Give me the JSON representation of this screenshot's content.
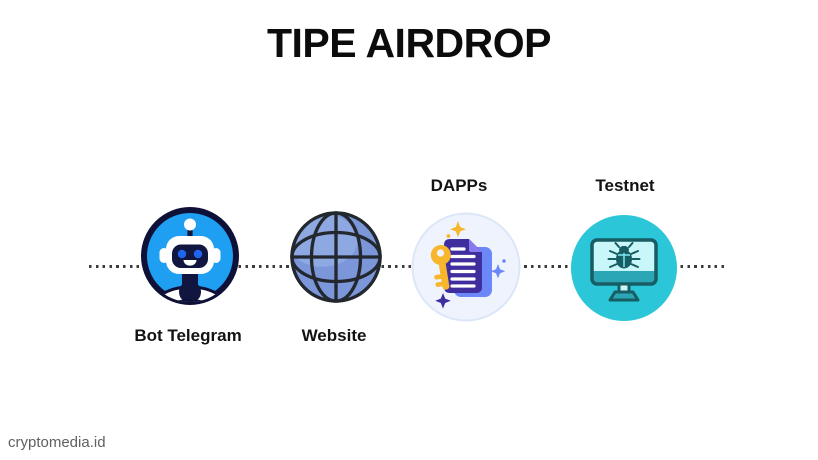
{
  "title": "TIPE AIRDROP",
  "watermark": "cryptomedia.id",
  "diagram": {
    "connector": {
      "style": "dotted",
      "color": "#3b3b3b"
    },
    "nodes": [
      {
        "label": "Bot Telegram",
        "icon": "robot-icon",
        "label_position": "below",
        "circle_color": "#1e9ff2",
        "ring_color": "#0e1038"
      },
      {
        "label": "Website",
        "icon": "globe-icon",
        "label_position": "below",
        "circle_color": "#7b97d9",
        "ring_color": "#23272e"
      },
      {
        "label": "DAPPs",
        "icon": "document-key-icon",
        "label_position": "above",
        "circle_color": "#eef3fd",
        "ring_color": "#dce6f9"
      },
      {
        "label": "Testnet",
        "icon": "monitor-bug-icon",
        "label_position": "above",
        "circle_color": "#2bc6d8",
        "ring_color": "#2bc6d8"
      }
    ]
  }
}
